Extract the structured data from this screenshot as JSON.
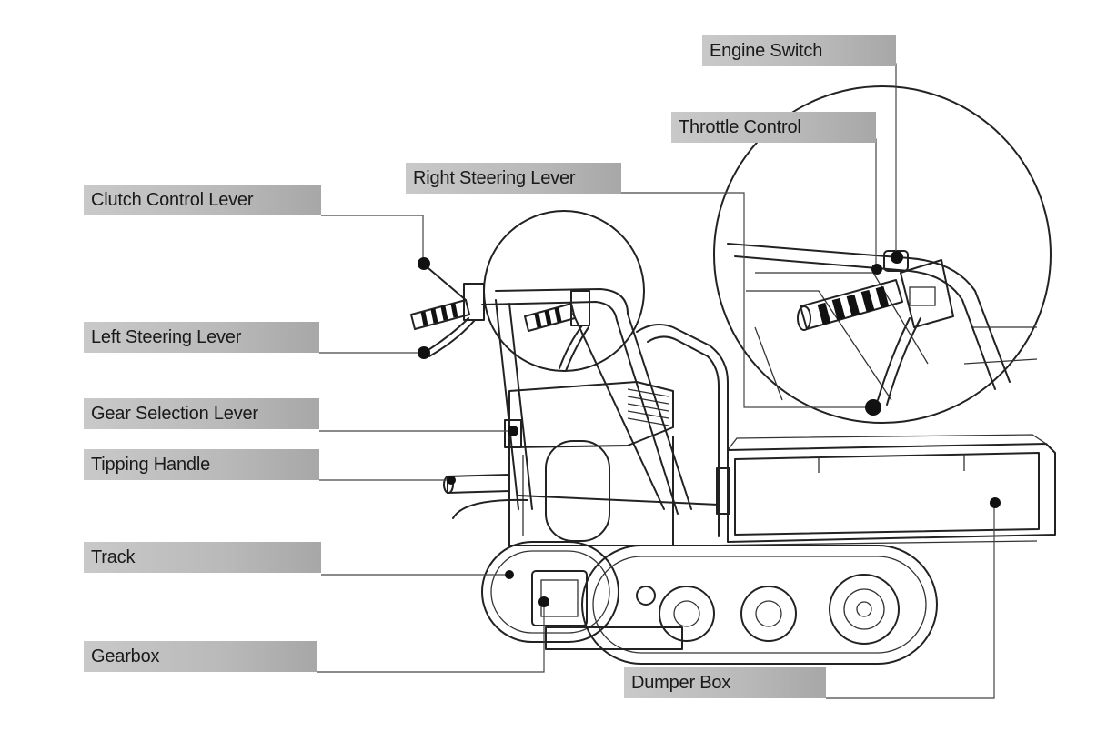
{
  "callouts": {
    "engine_switch": "Engine Switch",
    "throttle_control": "Throttle Control",
    "right_steering_lever": "Right Steering Lever",
    "clutch_control_lever": "Clutch Control Lever",
    "left_steering_lever": "Left Steering Lever",
    "gear_selection_lever": "Gear Selection Lever",
    "tipping_handle": "Tipping Handle",
    "track": "Track",
    "gearbox": "Gearbox",
    "dumper_box": "Dumper Box"
  },
  "colors": {
    "label_fill": "#b9b9b9",
    "line": "#222222",
    "marker": "#111111"
  }
}
